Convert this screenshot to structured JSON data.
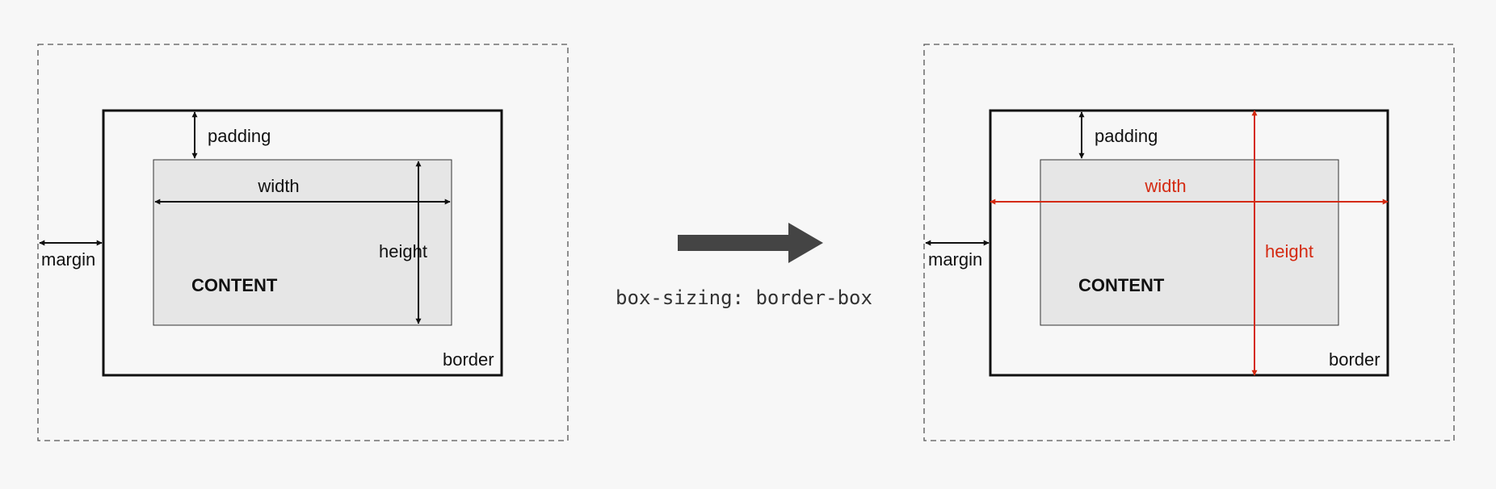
{
  "left": {
    "padding_label": "padding",
    "width_label": "width",
    "height_label": "height",
    "margin_label": "margin",
    "content_label": "CONTENT",
    "border_label": "border"
  },
  "transition": {
    "caption": "box-sizing: border-box",
    "arrow_icon": "right-arrow-icon"
  },
  "right": {
    "padding_label": "padding",
    "width_label": "width",
    "height_label": "height",
    "margin_label": "margin",
    "content_label": "CONTENT",
    "border_label": "border"
  },
  "colors": {
    "highlight": "#d42a12",
    "stroke": "#111111",
    "content_fill": "#e6e6e6",
    "arrow_fill": "#444444",
    "background": "#f7f7f7"
  }
}
